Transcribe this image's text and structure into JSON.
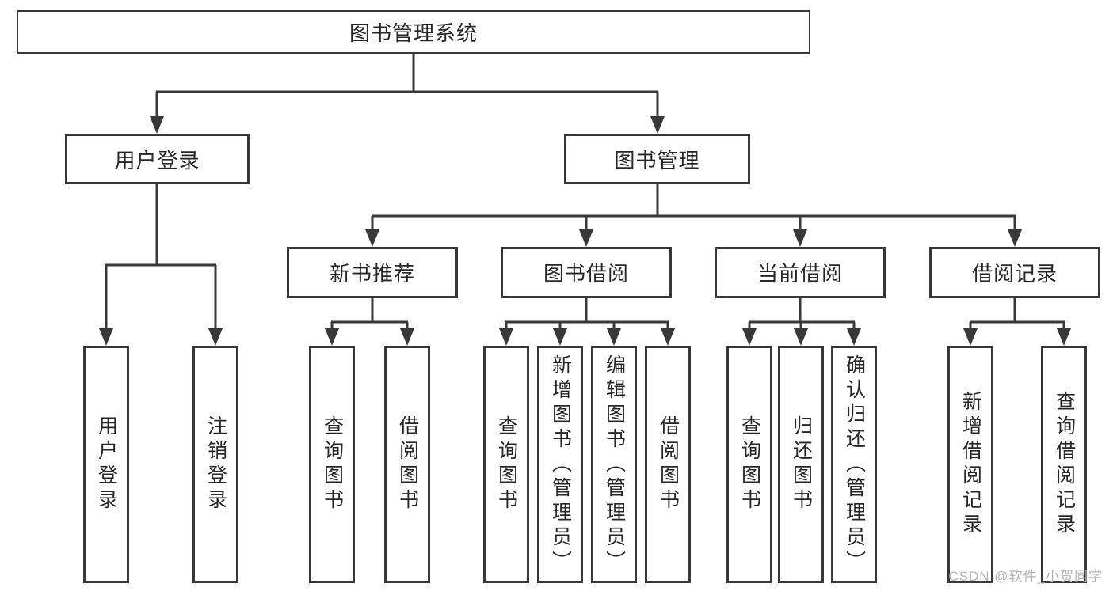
{
  "tree": {
    "root": {
      "label": "图书管理系统"
    },
    "children": [
      {
        "label": "用户登录",
        "children": [
          {
            "label": "用户登录"
          },
          {
            "label": "注销登录"
          }
        ]
      },
      {
        "label": "图书管理",
        "children": [
          {
            "label": "新书推荐",
            "children": [
              {
                "label": "查询图书"
              },
              {
                "label": "借阅图书"
              }
            ]
          },
          {
            "label": "图书借阅",
            "children": [
              {
                "label": "查询图书"
              },
              {
                "label": "新增图书（管理员）"
              },
              {
                "label": "编辑图书（管理员）"
              },
              {
                "label": "借阅图书"
              }
            ]
          },
          {
            "label": "当前借阅",
            "children": [
              {
                "label": "查询图书"
              },
              {
                "label": "归还图书"
              },
              {
                "label": "确认归还（管理员）"
              }
            ]
          },
          {
            "label": "借阅记录",
            "children": [
              {
                "label": "新增借阅记录"
              },
              {
                "label": "查询借阅记录"
              }
            ]
          }
        ]
      }
    ]
  },
  "watermark": "CSDN @软件_小贺同学",
  "colors": {
    "line": "#383838",
    "text": "#262626",
    "watermark": "#b3b3b3",
    "background": "#ffffff"
  }
}
